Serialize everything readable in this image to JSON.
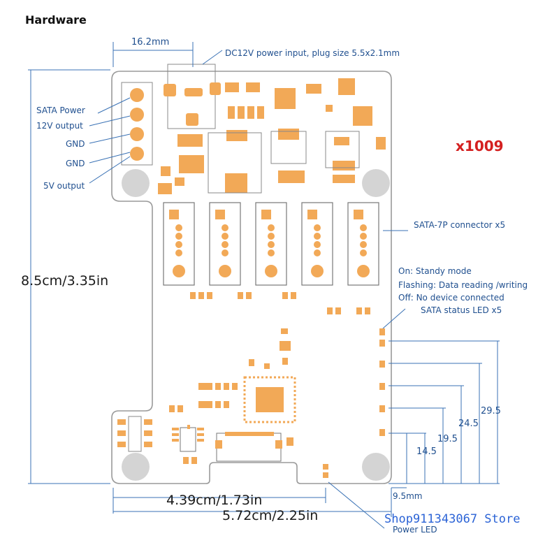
{
  "title": "Hardware",
  "model_badge": "x1009",
  "labels": {
    "top_width": "16.2mm",
    "dc_input": "DC12V power input, plug size 5.5x2.1mm",
    "sata_power": "SATA Power",
    "v12_output": "12V output",
    "gnd1": "GND",
    "gnd2": "GND",
    "v5_output": "5V output",
    "sata_connector": "SATA-7P connector x5",
    "led_on": "On: Standy mode",
    "led_flash": "Flashing: Data reading /writing",
    "led_off": "Off: No device connected",
    "status_led": "SATA status LED x5",
    "power_led": "Power LED"
  },
  "dimensions": {
    "height": "8.5cm/3.35in",
    "width_small": "4.39cm/1.73in",
    "width_full": "5.72cm/2.25in",
    "led_spacing": [
      "29.5",
      "24.5",
      "19.5",
      "14.5"
    ],
    "led_offset": "9.5mm"
  },
  "watermark": "Shop911343067 Store",
  "colors": {
    "pad": "#f2a957",
    "dimension_line": "#3a72b5",
    "badge": "#d42020",
    "watermark": "#2b63d6"
  }
}
